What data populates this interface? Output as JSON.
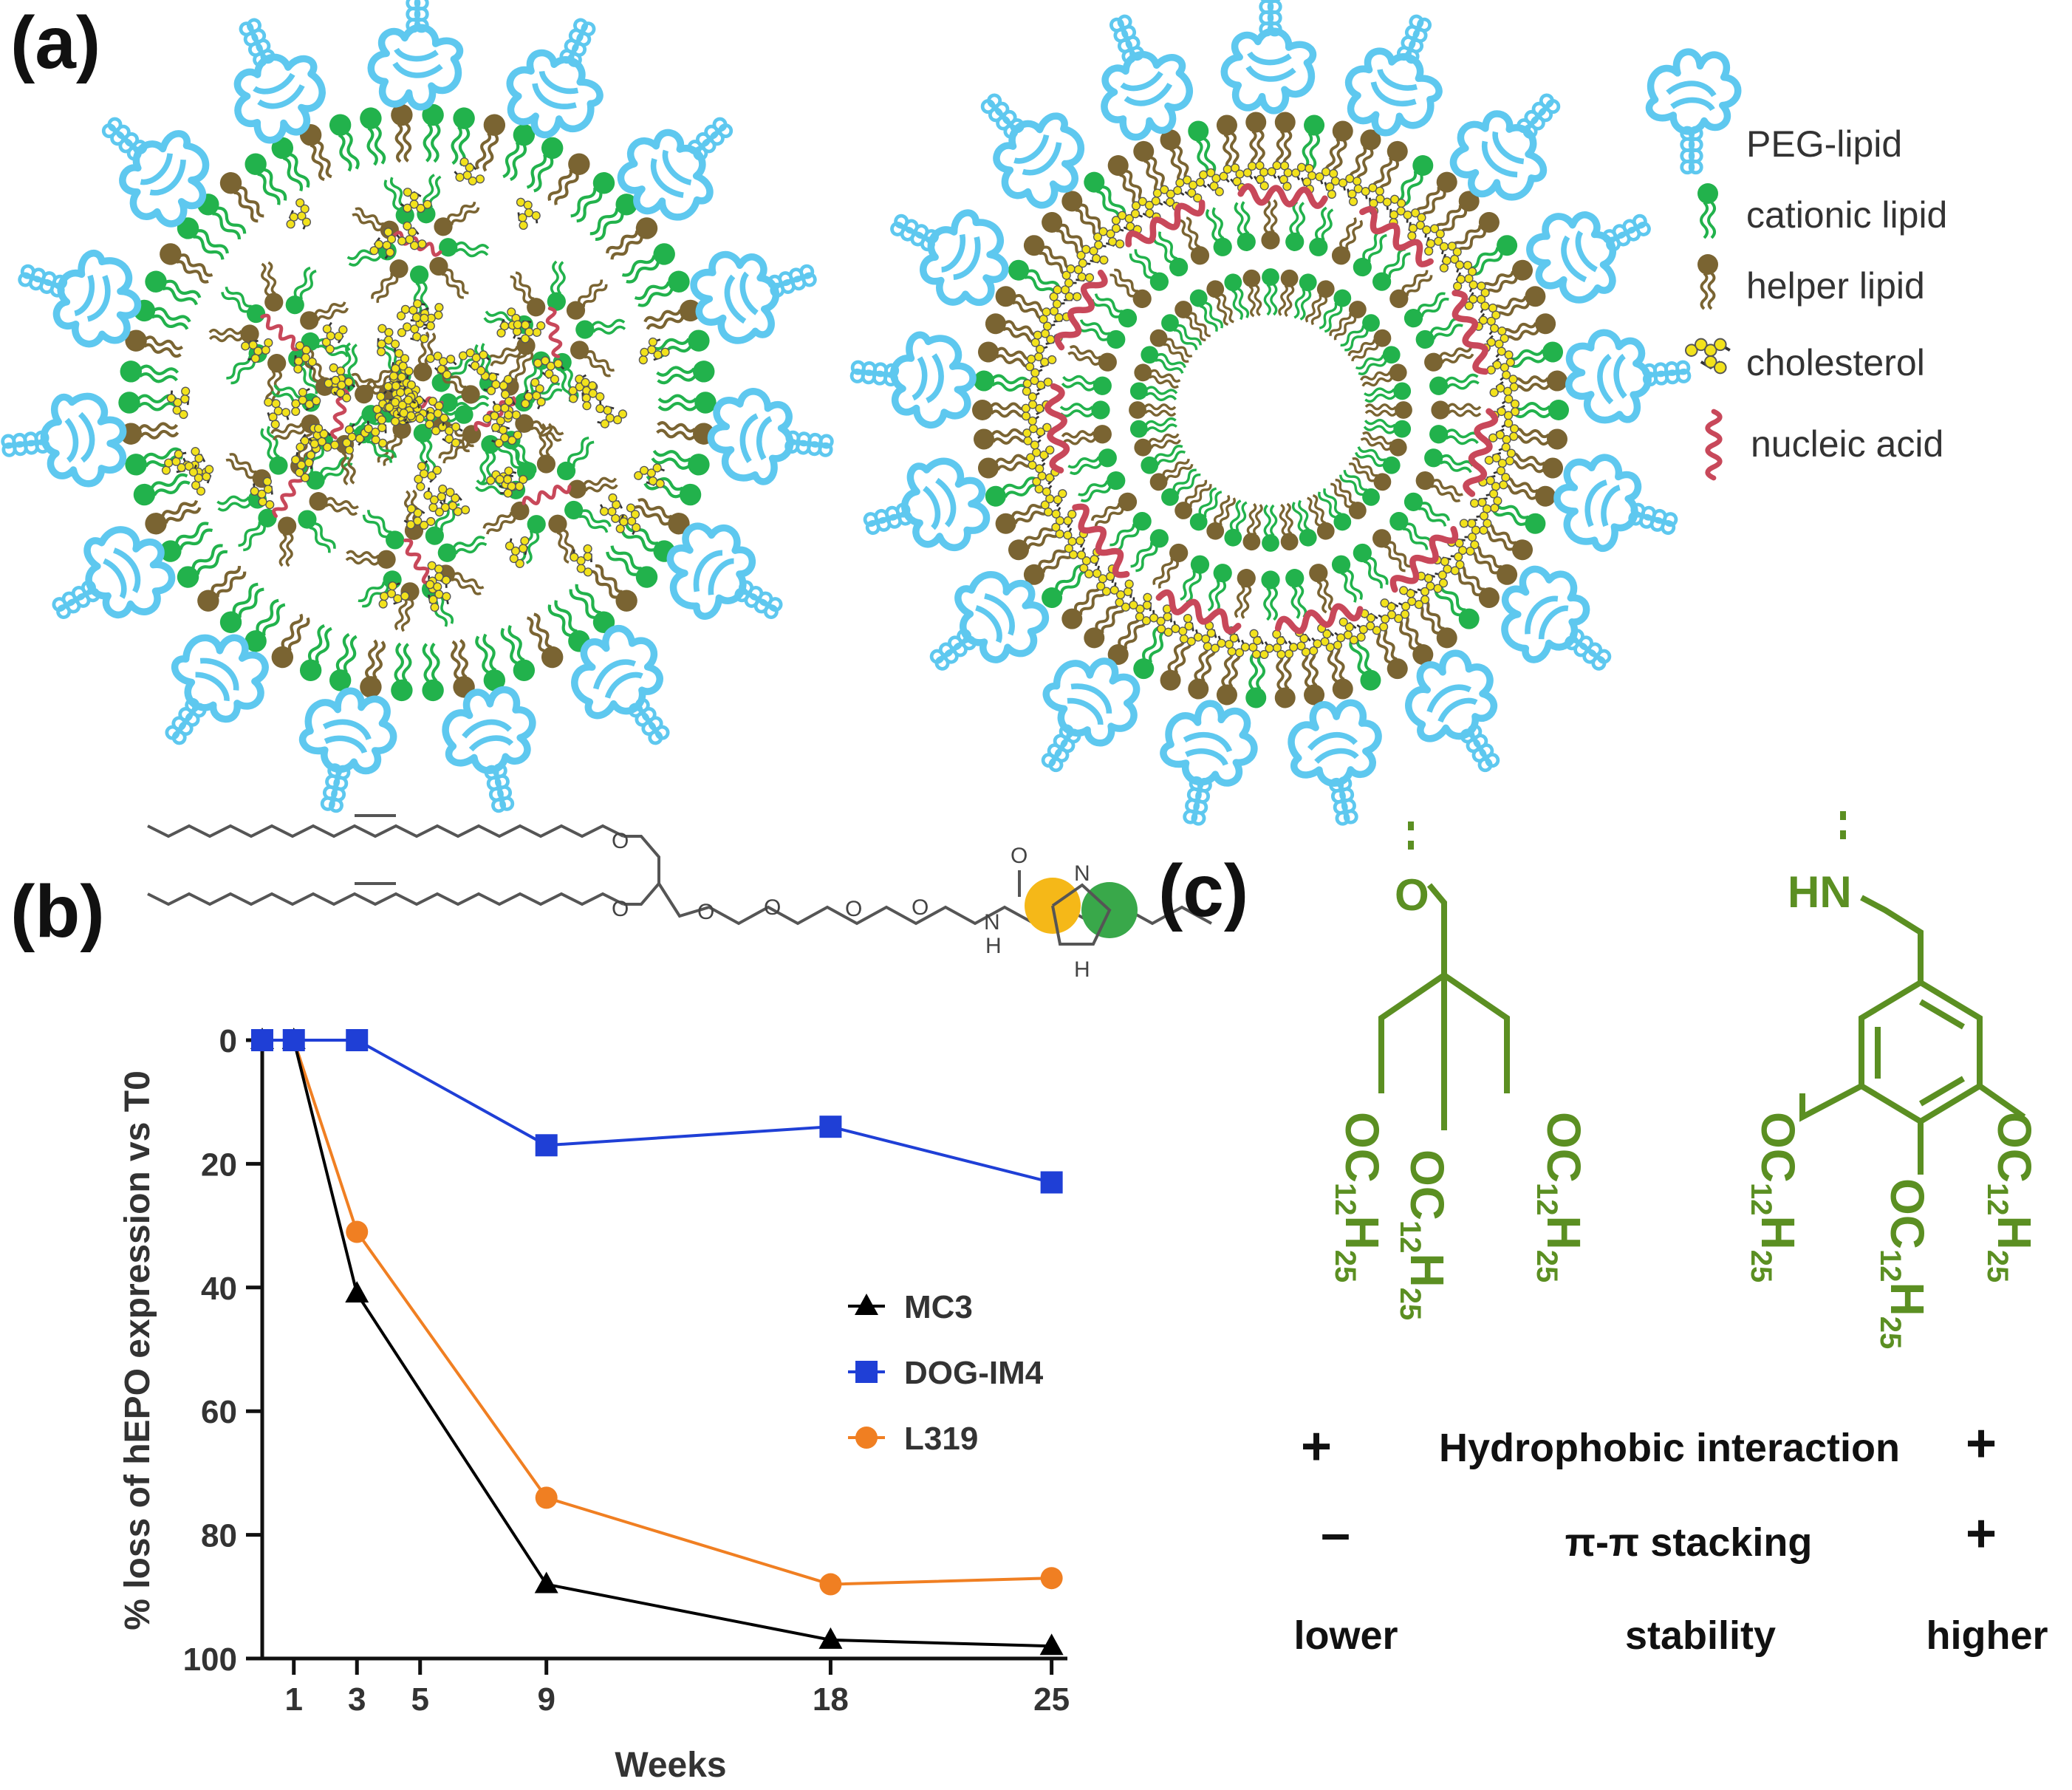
{
  "panels": {
    "a": "(a)",
    "b": "(b)",
    "c": "(c)"
  },
  "legend": [
    {
      "label": "PEG-lipid",
      "icon": "peg-lipid-icon"
    },
    {
      "label": "cationic lipid",
      "icon": "cationic-lipid-icon"
    },
    {
      "label": "helper lipid",
      "icon": "helper-lipid-icon"
    },
    {
      "label": "cholesterol",
      "icon": "cholesterol-icon"
    },
    {
      "label": "nucleic acid",
      "icon": "nucleic-acid-icon"
    }
  ],
  "colors": {
    "peg": "#5ec8ef",
    "cationic": "#22b24c",
    "helper": "#7a6432",
    "cholesterol": "#f2e21c",
    "nucleic": "#c8485a",
    "structure_green": "#5b8f22",
    "mc3": "#000000",
    "dogim4": "#1f3fd6",
    "l319": "#f07f22"
  },
  "molecule_b": {
    "atoms": [
      "O",
      "O",
      "O",
      "O",
      "O",
      "O",
      "O",
      "N",
      "N",
      "H",
      "H"
    ]
  },
  "chart_data": {
    "type": "line",
    "xlabel": "Weeks",
    "ylabel": "% loss of hEPO expression vs T0",
    "xticks": [
      1,
      3,
      5,
      9,
      18,
      25
    ],
    "yticks": [
      0,
      20,
      40,
      60,
      80,
      100
    ],
    "xlim": [
      0,
      25.5
    ],
    "ylim": [
      0,
      100
    ],
    "y_inverted": true,
    "series": [
      {
        "name": "MC3",
        "marker": "triangle",
        "color": "#000000",
        "x": [
          0,
          1,
          3,
          9,
          18,
          25
        ],
        "y": [
          0,
          0,
          41,
          88,
          97,
          98
        ]
      },
      {
        "name": "DOG-IM4",
        "marker": "square",
        "color": "#1f3fd6",
        "x": [
          0,
          1,
          3,
          9,
          18,
          25
        ],
        "y": [
          0,
          0,
          0,
          17,
          14,
          23
        ]
      },
      {
        "name": "L319",
        "marker": "circle",
        "color": "#f07f22",
        "x": [
          0,
          1,
          3,
          9,
          18,
          25
        ],
        "y": [
          0,
          0,
          31,
          74,
          88,
          87
        ]
      }
    ],
    "legend_position": "right"
  },
  "structures_c": {
    "left": {
      "top_atom": "O",
      "chains": [
        {
          "base": "OC",
          "sub1": "12",
          "mid": "H",
          "sub2": "25"
        },
        {
          "base": "OC",
          "sub1": "12",
          "mid": "H",
          "sub2": "25"
        },
        {
          "base": "OC",
          "sub1": "12",
          "mid": "H",
          "sub2": "25"
        }
      ]
    },
    "right": {
      "top_atom": "HN",
      "chains": [
        {
          "base": "OC",
          "sub1": "12",
          "mid": "H",
          "sub2": "25"
        },
        {
          "base": "OC",
          "sub1": "12",
          "mid": "H",
          "sub2": "25"
        },
        {
          "base": "OC",
          "sub1": "12",
          "mid": "H",
          "sub2": "25"
        }
      ]
    }
  },
  "comparison": {
    "row1": {
      "left": "+",
      "label": "Hydrophobic interaction",
      "right": "+"
    },
    "row2": {
      "left": "–",
      "label": "π-π stacking",
      "right": "+"
    },
    "row3": {
      "left": "lower",
      "label": "stability",
      "right": "higher"
    }
  }
}
